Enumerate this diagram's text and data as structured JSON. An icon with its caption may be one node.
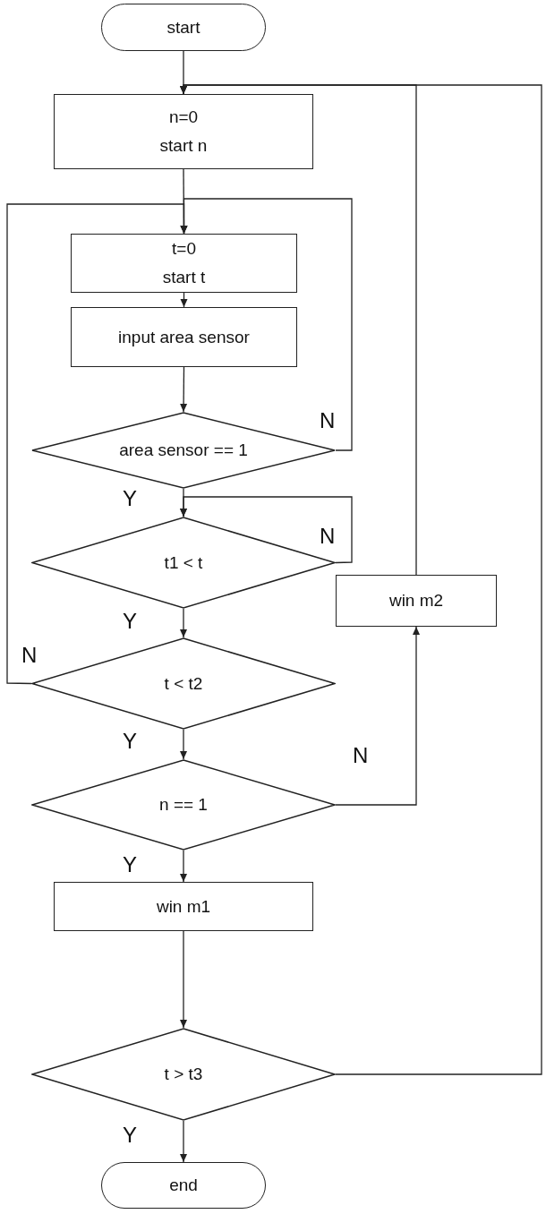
{
  "diagram": {
    "nodes": [
      {
        "text": [
          "start"
        ]
      },
      {
        "text": [
          "n=0",
          "start n"
        ]
      },
      {
        "text": [
          "t=0",
          "start t"
        ]
      },
      {
        "text": [
          "input area sensor"
        ]
      },
      {
        "text": [
          "area sensor == 1"
        ]
      },
      {
        "text": [
          "t1 < t"
        ]
      },
      {
        "text": [
          "win m2"
        ]
      },
      {
        "text": [
          "t < t2"
        ]
      },
      {
        "text": [
          "n == 1"
        ]
      },
      {
        "text": [
          "win m1"
        ]
      },
      {
        "text": [
          "t > t3"
        ]
      },
      {
        "text": [
          "end"
        ]
      }
    ],
    "edges": [
      {
        "from": 0,
        "to": 1,
        "arrow": "to"
      },
      {
        "from": 1,
        "to": 2,
        "arrow": "to"
      },
      {
        "from": 2,
        "to": 3,
        "arrow": "to"
      },
      {
        "from": 4,
        "to": 2,
        "arrow": "to",
        "label": "N"
      },
      {
        "from": 7,
        "to": 2,
        "arrow": "to",
        "label": "N"
      },
      {
        "from": 3,
        "to": 4,
        "arrow": "to"
      },
      {
        "from": 4,
        "to": 5,
        "arrow": "to",
        "label": "Y"
      },
      {
        "from": 5,
        "to": 5,
        "arrow": "to",
        "label": "N"
      },
      {
        "from": 5,
        "to": 7,
        "arrow": "to",
        "label": "Y"
      },
      {
        "from": 7,
        "to": 8,
        "arrow": "to",
        "label": "Y"
      },
      {
        "from": 8,
        "to": 6,
        "arrow": "to",
        "label": "N"
      },
      {
        "from": 8,
        "to": 9,
        "arrow": "to",
        "label": "Y"
      },
      {
        "from": 9,
        "to": 10,
        "arrow": "to"
      },
      {
        "from": 10,
        "to": 11,
        "arrow": "to",
        "label": "Y"
      },
      {
        "from": 6,
        "to": 1,
        "arrow": "to"
      },
      {
        "from": 10,
        "to": 1,
        "arrow": "to"
      }
    ]
  }
}
